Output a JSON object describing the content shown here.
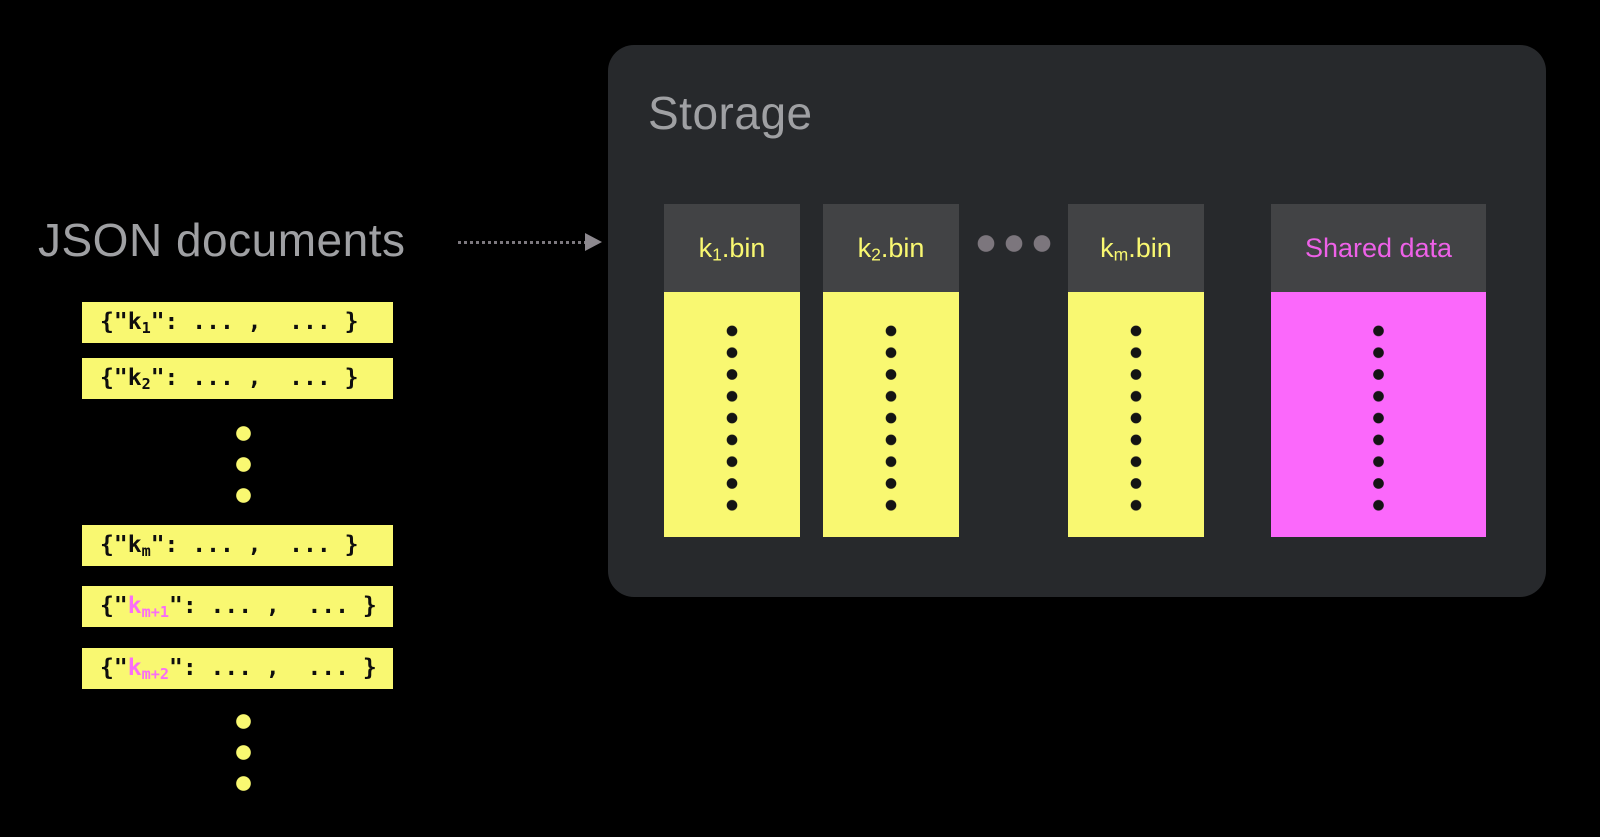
{
  "left": {
    "title": "JSON documents",
    "documents": [
      {
        "pre": "{\"",
        "key": "k",
        "sub": "1",
        "post": "\": ... ,  ... }",
        "highlighted": false
      },
      {
        "pre": "{\"",
        "key": "k",
        "sub": "2",
        "post": "\": ... ,  ... }",
        "highlighted": false
      },
      {
        "pre": "{\"",
        "key": "k",
        "sub": "m",
        "post": "\": ... ,  ... }",
        "highlighted": false
      },
      {
        "pre": "{\"",
        "key": "k",
        "sub": "m+1",
        "post": "\": ... ,  ... }",
        "highlighted": true
      },
      {
        "pre": "{\"",
        "key": "k",
        "sub": "m+2",
        "post": "\": ... ,  ... }",
        "highlighted": true
      }
    ]
  },
  "storage": {
    "title": "Storage",
    "files": [
      {
        "key": "k",
        "sub": "1",
        "ext": ".bin"
      },
      {
        "key": "k",
        "sub": "2",
        "ext": ".bin"
      },
      {
        "key": "k",
        "sub": "m",
        "ext": ".bin"
      }
    ],
    "shared": {
      "label": "Shared data"
    }
  },
  "colors": {
    "background": "#000000",
    "storage_panel": "#27292c",
    "column_header": "#424345",
    "yellow": "#f9f871",
    "magenta_body": "#fb68fb",
    "magenta_header_text": "#ee61e8",
    "pink_key_text": "#fa6ef6",
    "muted_gray_text": "#9fa0a3",
    "arrow_gray": "#7d797f",
    "body_dot_black": "#141414",
    "ellipsis_gray": "#7c767d"
  }
}
